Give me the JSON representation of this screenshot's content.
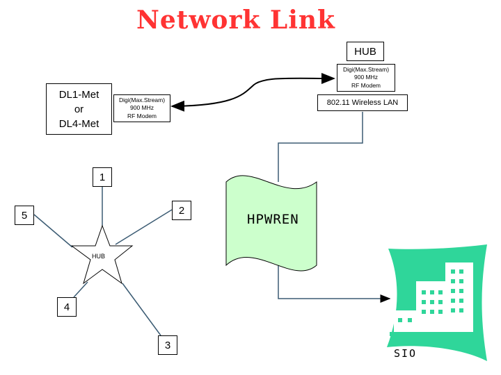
{
  "title": "Network Link",
  "hub_box": {
    "label": "HUB"
  },
  "dl_box": {
    "label": "DL1-Met\nor\nDL4-Met"
  },
  "modem_top": {
    "label": "Digi(Max.Stream)\n900 MHz\nRF Modem"
  },
  "modem_left": {
    "label": "Digi(Max.Stream)\n900 MHz\nRF Modem"
  },
  "wlan_box": {
    "label": "802.11 Wireless LAN"
  },
  "hpwren": {
    "label": "HPWREN"
  },
  "star": {
    "hub_label": "HUB",
    "nodes": [
      "1",
      "2",
      "3",
      "4",
      "5"
    ]
  },
  "sio": {
    "label": "SIO"
  },
  "colors": {
    "title": "#ff3333",
    "hpwren_fill": "#ccffcc",
    "sio_green": "#2fd69a",
    "link": "#3b5b73"
  }
}
